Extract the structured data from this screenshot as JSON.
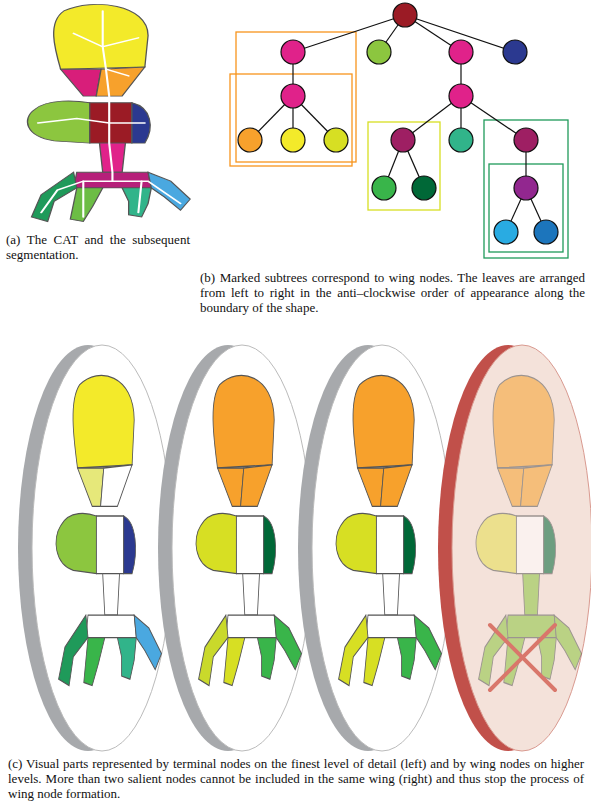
{
  "diagram": {
    "labels": [
      "(a) The CAT and the subsequent segmentation.",
      "(b) Marked subtrees correspond to wing nodes. The leaves are arranged from left to right in the anti–clockwise order of appearance along the boundary of the shape.",
      "(c) Visual parts represented by terminal nodes on the finest level of detail (left) and by wing nodes on higher levels. More than two salient nodes cannot be included in the same wing (right) and thus stop the process of wing node formation."
    ]
  }
}
